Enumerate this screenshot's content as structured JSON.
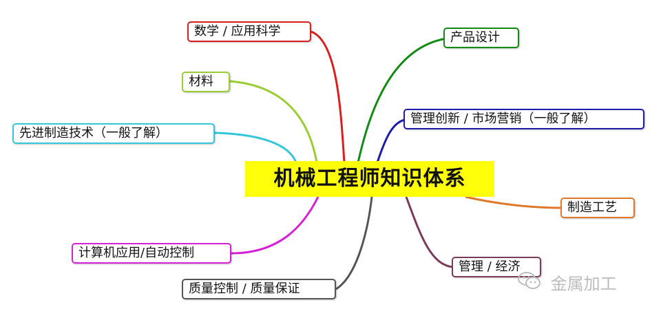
{
  "diagram": {
    "center": "机械工程师知识体系",
    "branches": [
      {
        "id": "math",
        "label": "数学 / 应用科学",
        "color": "#d91e1e"
      },
      {
        "id": "material",
        "label": "材料",
        "color": "#9acd32"
      },
      {
        "id": "advanced",
        "label": "先进制造技术（一般了解）",
        "color": "#33c7d9"
      },
      {
        "id": "computer",
        "label": "计算机应用/自动控制",
        "color": "#d61fd6"
      },
      {
        "id": "quality",
        "label": "质量控制 / 质量保证",
        "color": "#555555"
      },
      {
        "id": "design",
        "label": "产品设计",
        "color": "#138a13"
      },
      {
        "id": "innovation",
        "label": "管理创新 / 市场营销（一般了解）",
        "color": "#1c1ca8"
      },
      {
        "id": "process",
        "label": "制造工艺",
        "color": "#e0772a"
      },
      {
        "id": "economics",
        "label": "管理 / 经济",
        "color": "#7a3b5a"
      }
    ]
  },
  "watermark": {
    "text": "金属加工",
    "icon": "wechat-icon"
  }
}
